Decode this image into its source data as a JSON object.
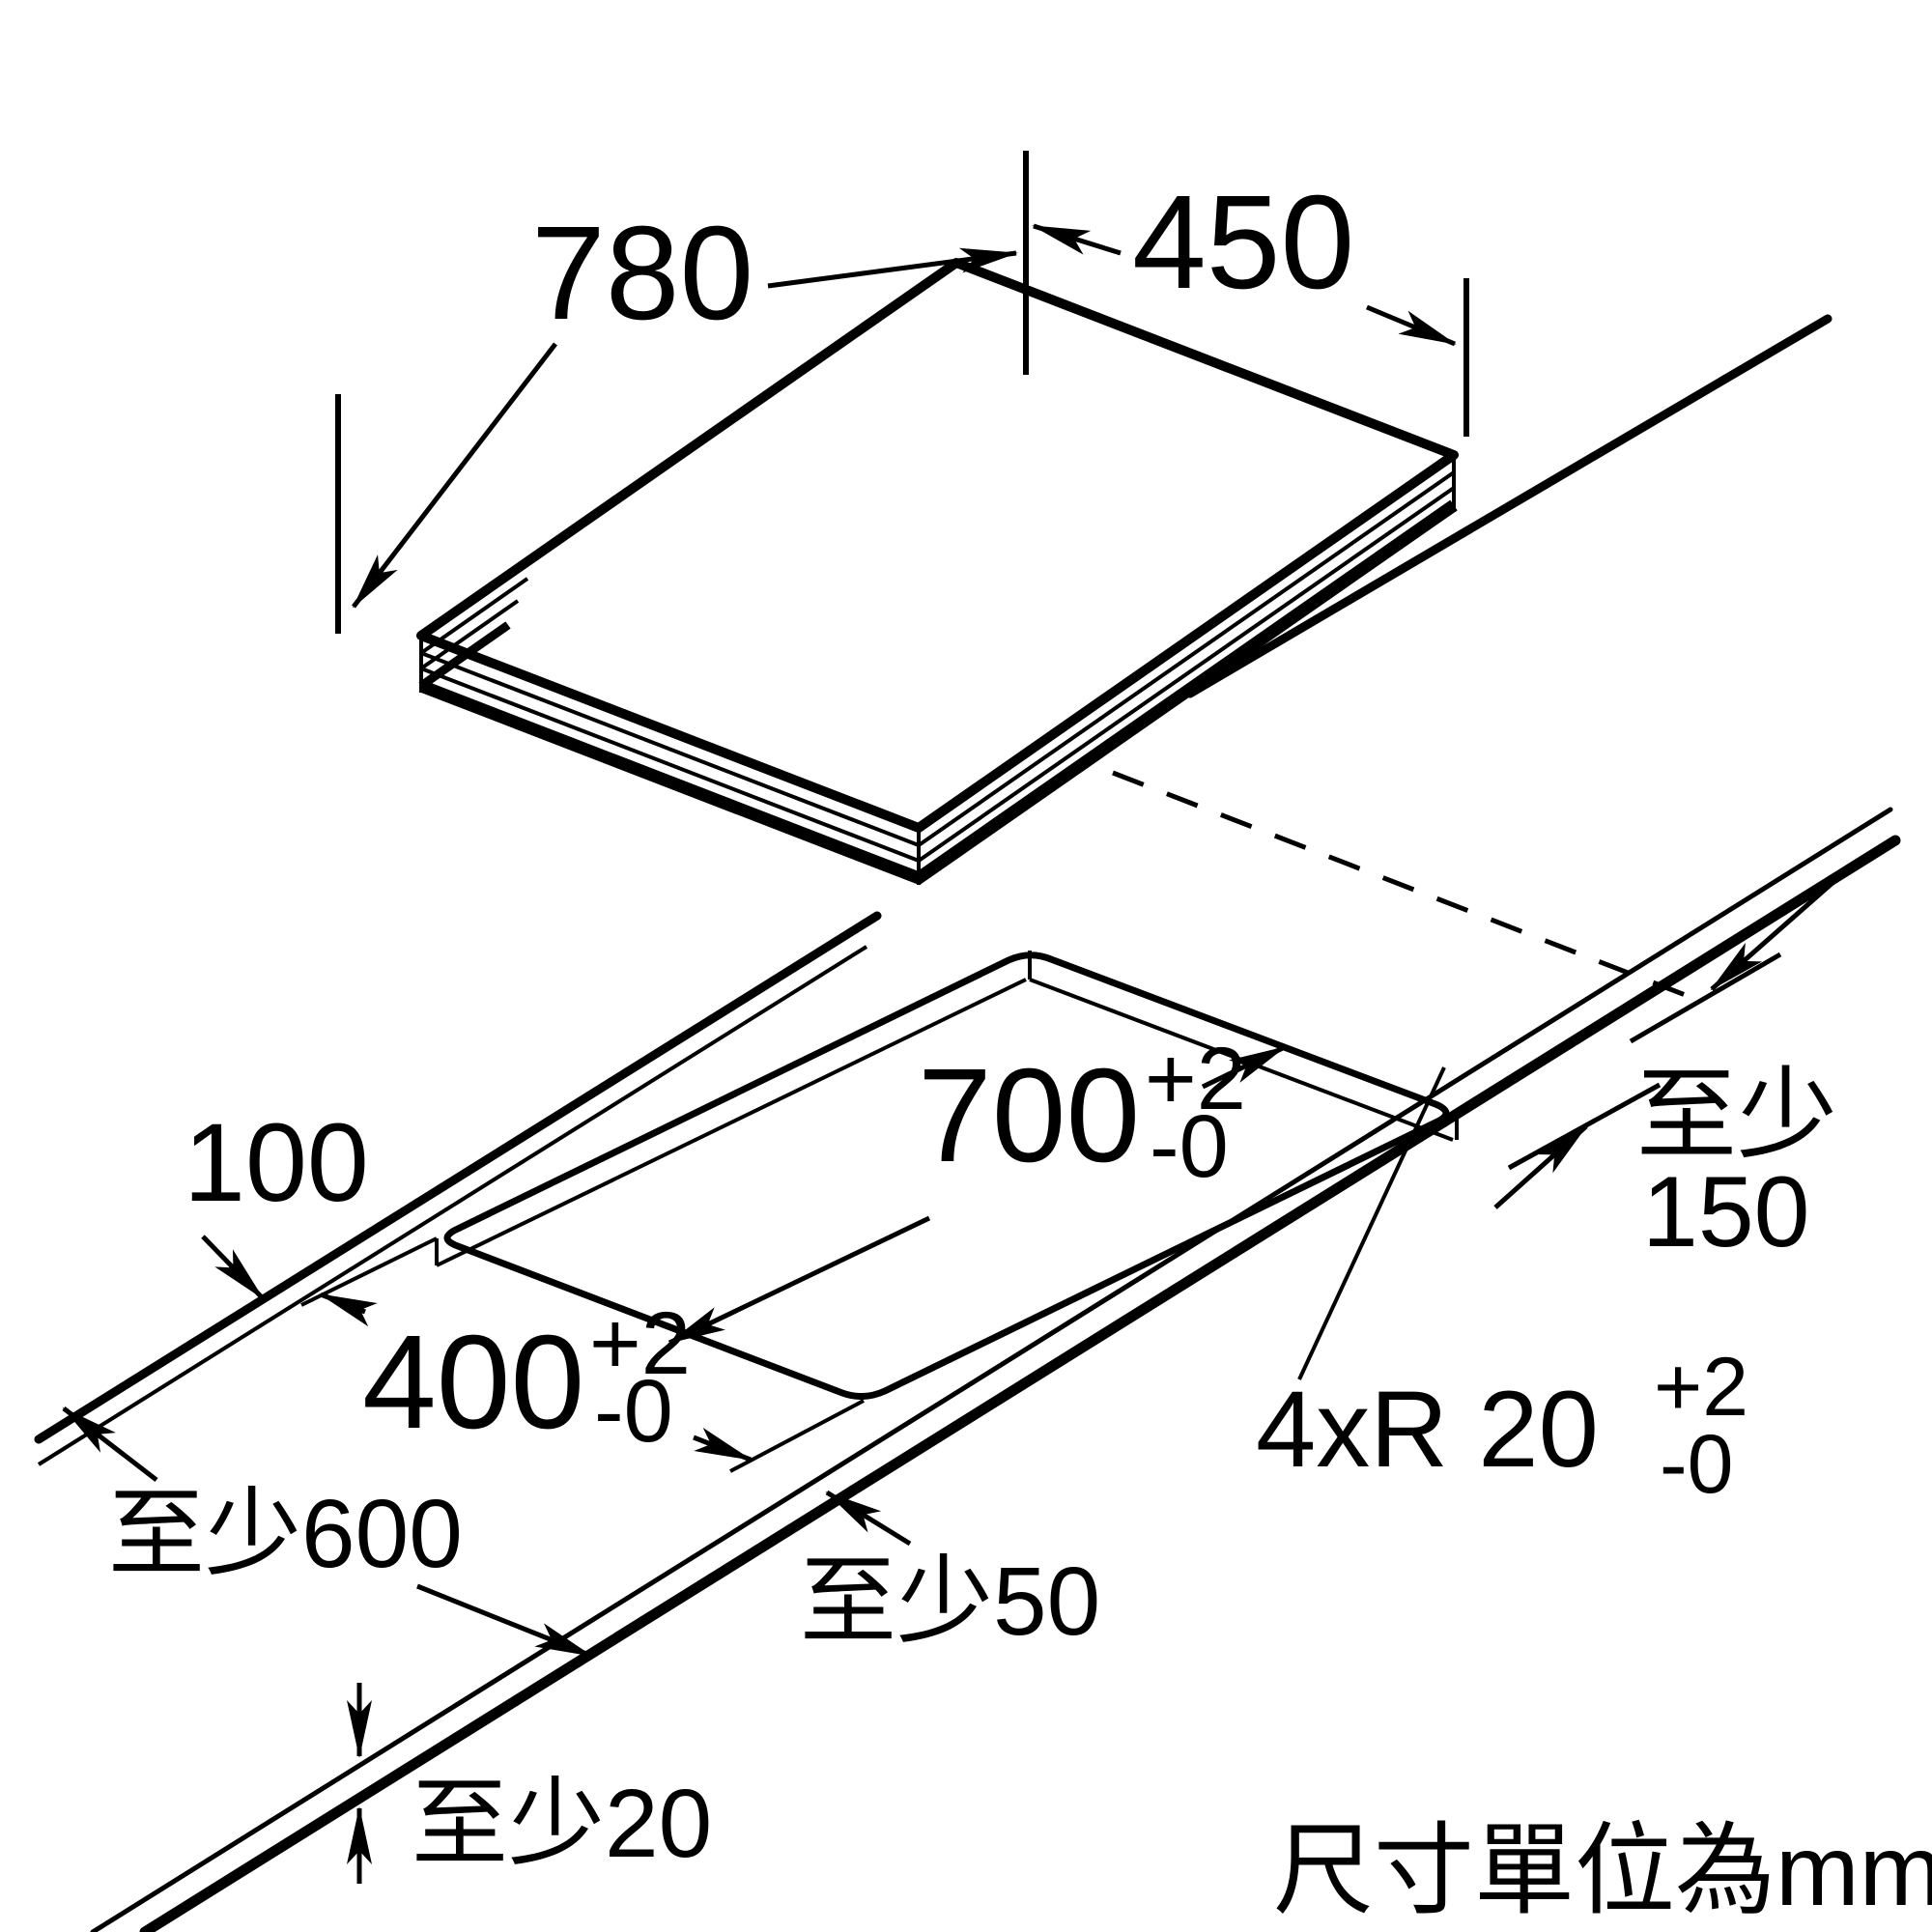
{
  "diagram": {
    "title_note": "尺寸單位為mm",
    "colors": {
      "line": "#000000",
      "background": "#ffffff"
    },
    "cooktop": {
      "length_mm": "780",
      "width_mm": "450"
    },
    "cutout": {
      "length": {
        "value": "700",
        "tol_plus": "+2",
        "tol_minus": "-0"
      },
      "width": {
        "value": "400",
        "tol_plus": "+2",
        "tol_minus": "-0"
      },
      "corner_radius": {
        "label": "4xR 20",
        "tol_plus": "+2",
        "tol_minus": "-0"
      }
    },
    "clearances": {
      "back_gap": "100",
      "side_min_line1": "至少",
      "side_min_line2": "150",
      "depth_min": "至少600",
      "front_min": "至少50",
      "below_min": "至少20"
    }
  }
}
